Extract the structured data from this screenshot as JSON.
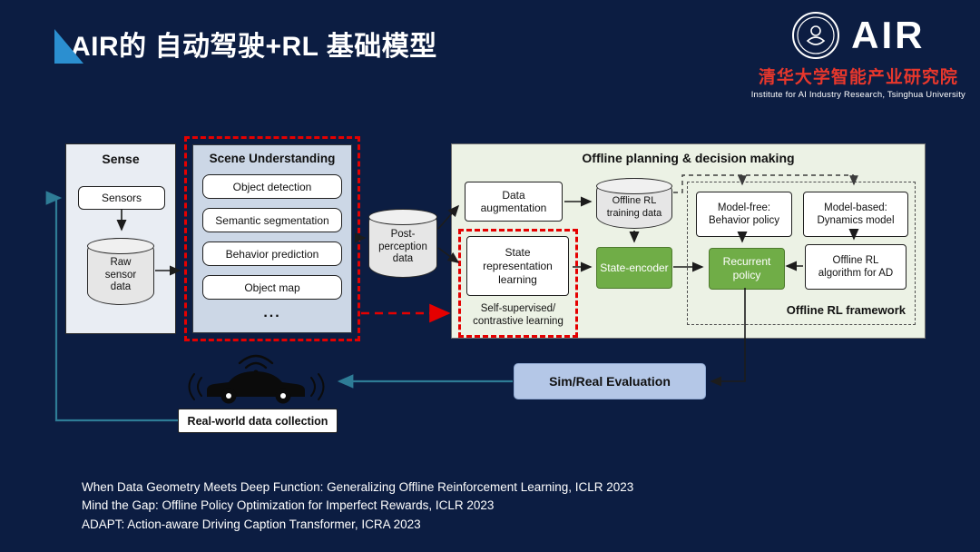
{
  "slide": {
    "title": "AIR的 自动驾驶+RL 基础模型",
    "citations": [
      "When Data Geometry Meets Deep Function: Generalizing Offline Reinforcement Learning, ICLR 2023",
      "Mind the Gap: Offline Policy Optimization for Imperfect Rewards, ICLR 2023",
      "ADAPT: Action-aware Driving Caption Transformer, ICRA 2023"
    ]
  },
  "branding": {
    "air_logo": "AIR",
    "institute_cn": "清华大学智能产业研究院",
    "institute_en": "Institute for AI Industry Research,  Tsinghua University"
  },
  "colors": {
    "background": "#0c1d42",
    "accent_blue": "#2b8fd0",
    "brand_red": "#e8372c",
    "green_node": "#70ad47",
    "eval_blue": "#b4c7e7",
    "dashed_red": "#e50000"
  },
  "diagram": {
    "sense": {
      "title": "Sense",
      "sensors": "Sensors",
      "raw_sensor_data": "Raw sensor data"
    },
    "scene_understanding": {
      "title": "Scene Understanding",
      "items": [
        "Object detection",
        "Semantic segmentation",
        "Behavior prediction",
        "Object map"
      ],
      "ellipsis": "..."
    },
    "post_perception": "Post-perception data",
    "offline_planning": {
      "title": "Offline planning & decision making",
      "data_augmentation": "Data augmentation",
      "state_representation": "State representation learning",
      "self_supervised": "Self-supervised/ contrastive learning",
      "offline_rl_training_data": "Offline RL training data",
      "state_encoder": "State-encoder",
      "framework": {
        "label": "Offline RL framework",
        "model_free": "Model-free: Behavior policy",
        "model_based": "Model-based: Dynamics model",
        "recurrent_policy": "Recurrent policy",
        "offline_rl_algorithm": "Offline RL algorithm for AD"
      }
    },
    "sim_real_evaluation": "Sim/Real Evaluation",
    "real_world_collection": "Real-world data collection"
  }
}
